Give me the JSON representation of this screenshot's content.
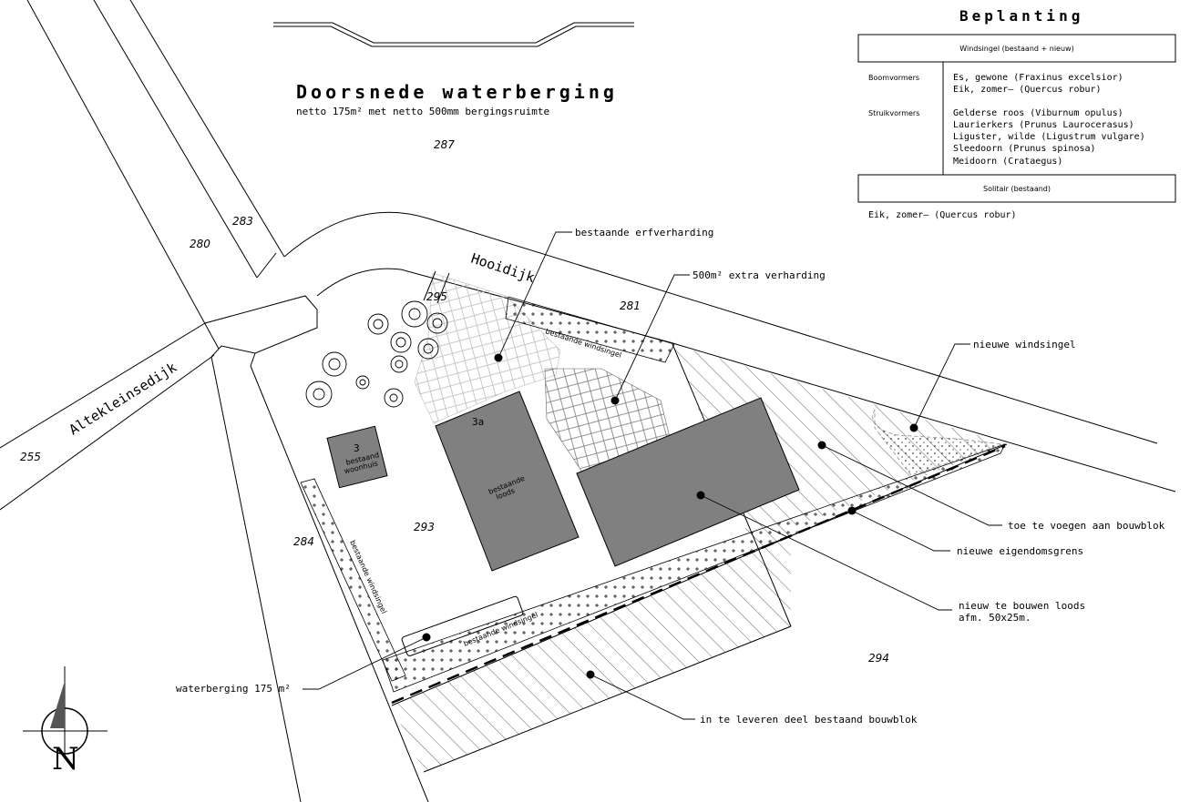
{
  "section": {
    "title": "Doorsnede waterberging",
    "subtitle": "netto 175m² met netto 500mm bergingsruimte"
  },
  "parcels": {
    "p287": "287",
    "p283": "283",
    "p280": "280",
    "p255": "255",
    "p281": "281",
    "p295": "295",
    "p293": "293",
    "p284": "284",
    "p294": "294"
  },
  "roads": {
    "hooidijk": "Hooidijk",
    "altekleinsedijk": "Altekleinsedijk"
  },
  "buildings": {
    "woonhuis_num": "3",
    "woonhuis_l1": "bestaand",
    "woonhuis_l2": "woonhuis",
    "loods_num": "3a",
    "loods_l1": "bestaande",
    "loods_l2": "loods"
  },
  "windsingel_labels": {
    "top": "bestaande windsingel",
    "left": "bestaande windsingel",
    "bottom": "bestaande windsingel"
  },
  "callouts": {
    "erfverharding": "bestaande erfverharding",
    "extra_verharding": "500m² extra verharding",
    "nieuwe_windsingel": "nieuwe windsingel",
    "toevoegen": "toe te voegen aan bouwblok",
    "eigendomsgrens": "nieuwe eigendomsgrens",
    "nieuwe_loods_l1": "nieuw te bouwen loods",
    "nieuwe_loods_l2": "afm. 50x25m.",
    "waterberging": "waterberging 175 m²",
    "inleveren": "in te leveren deel bestaand bouwblok"
  },
  "legend": {
    "title": "Beplanting",
    "header1": "Windsingel (bestaand + nieuw)",
    "boom_label": "Boomvormers",
    "boom_items": [
      "Es, gewone (Fraxinus excelsior)",
      "Eik, zomer— (Quercus robur)"
    ],
    "struik_label": "Struikvormers",
    "struik_items": [
      "Gelderse roos (Viburnum opulus)",
      "Laurierkers (Prunus Laurocerasus)",
      "Liguster, wilde (Ligustrum vulgare)",
      "Sleedoorn (Prunus spinosa)",
      "Meidoorn (Crataegus)"
    ],
    "header2": "Solitair (bestaand)",
    "solitair_item": "Eik, zomer— (Quercus robur)"
  },
  "north_arrow": {
    "letter": "N"
  }
}
